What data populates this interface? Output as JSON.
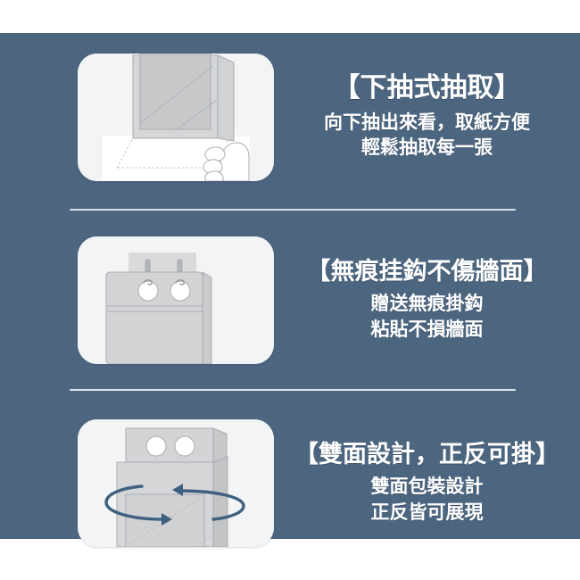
{
  "page": {
    "background_color": "#ffffff",
    "banner_color": "#4d6680",
    "card_color": "#f3f4f5",
    "text_color": "#ffffff",
    "divider_color": "#e8edf2",
    "accent_color": "#3f617f",
    "product_gray": "#c9cbcd"
  },
  "features": [
    {
      "id": "bottom-pull-dispensing",
      "title": "【下抽式抽取】",
      "subtitle_lines": [
        "向下抽出來看，取紙方便",
        "輕鬆抽取每一張"
      ],
      "illustration": "tissue-pack-hand-pull-illustration"
    },
    {
      "id": "adhesive-hook-no-wall-damage",
      "title": "【無痕挂鈎不傷牆面】",
      "subtitle_lines": [
        "贈送無痕掛鈎",
        "粘貼不損牆面"
      ],
      "illustration": "wall-hooks-hanging-pack-illustration"
    },
    {
      "id": "double-sided-design",
      "title": "【雙面設計，正反可掛】",
      "subtitle_lines": [
        "雙面包裝設計",
        "正反皆可展現"
      ],
      "illustration": "rotating-pack-double-sided-illustration"
    }
  ]
}
